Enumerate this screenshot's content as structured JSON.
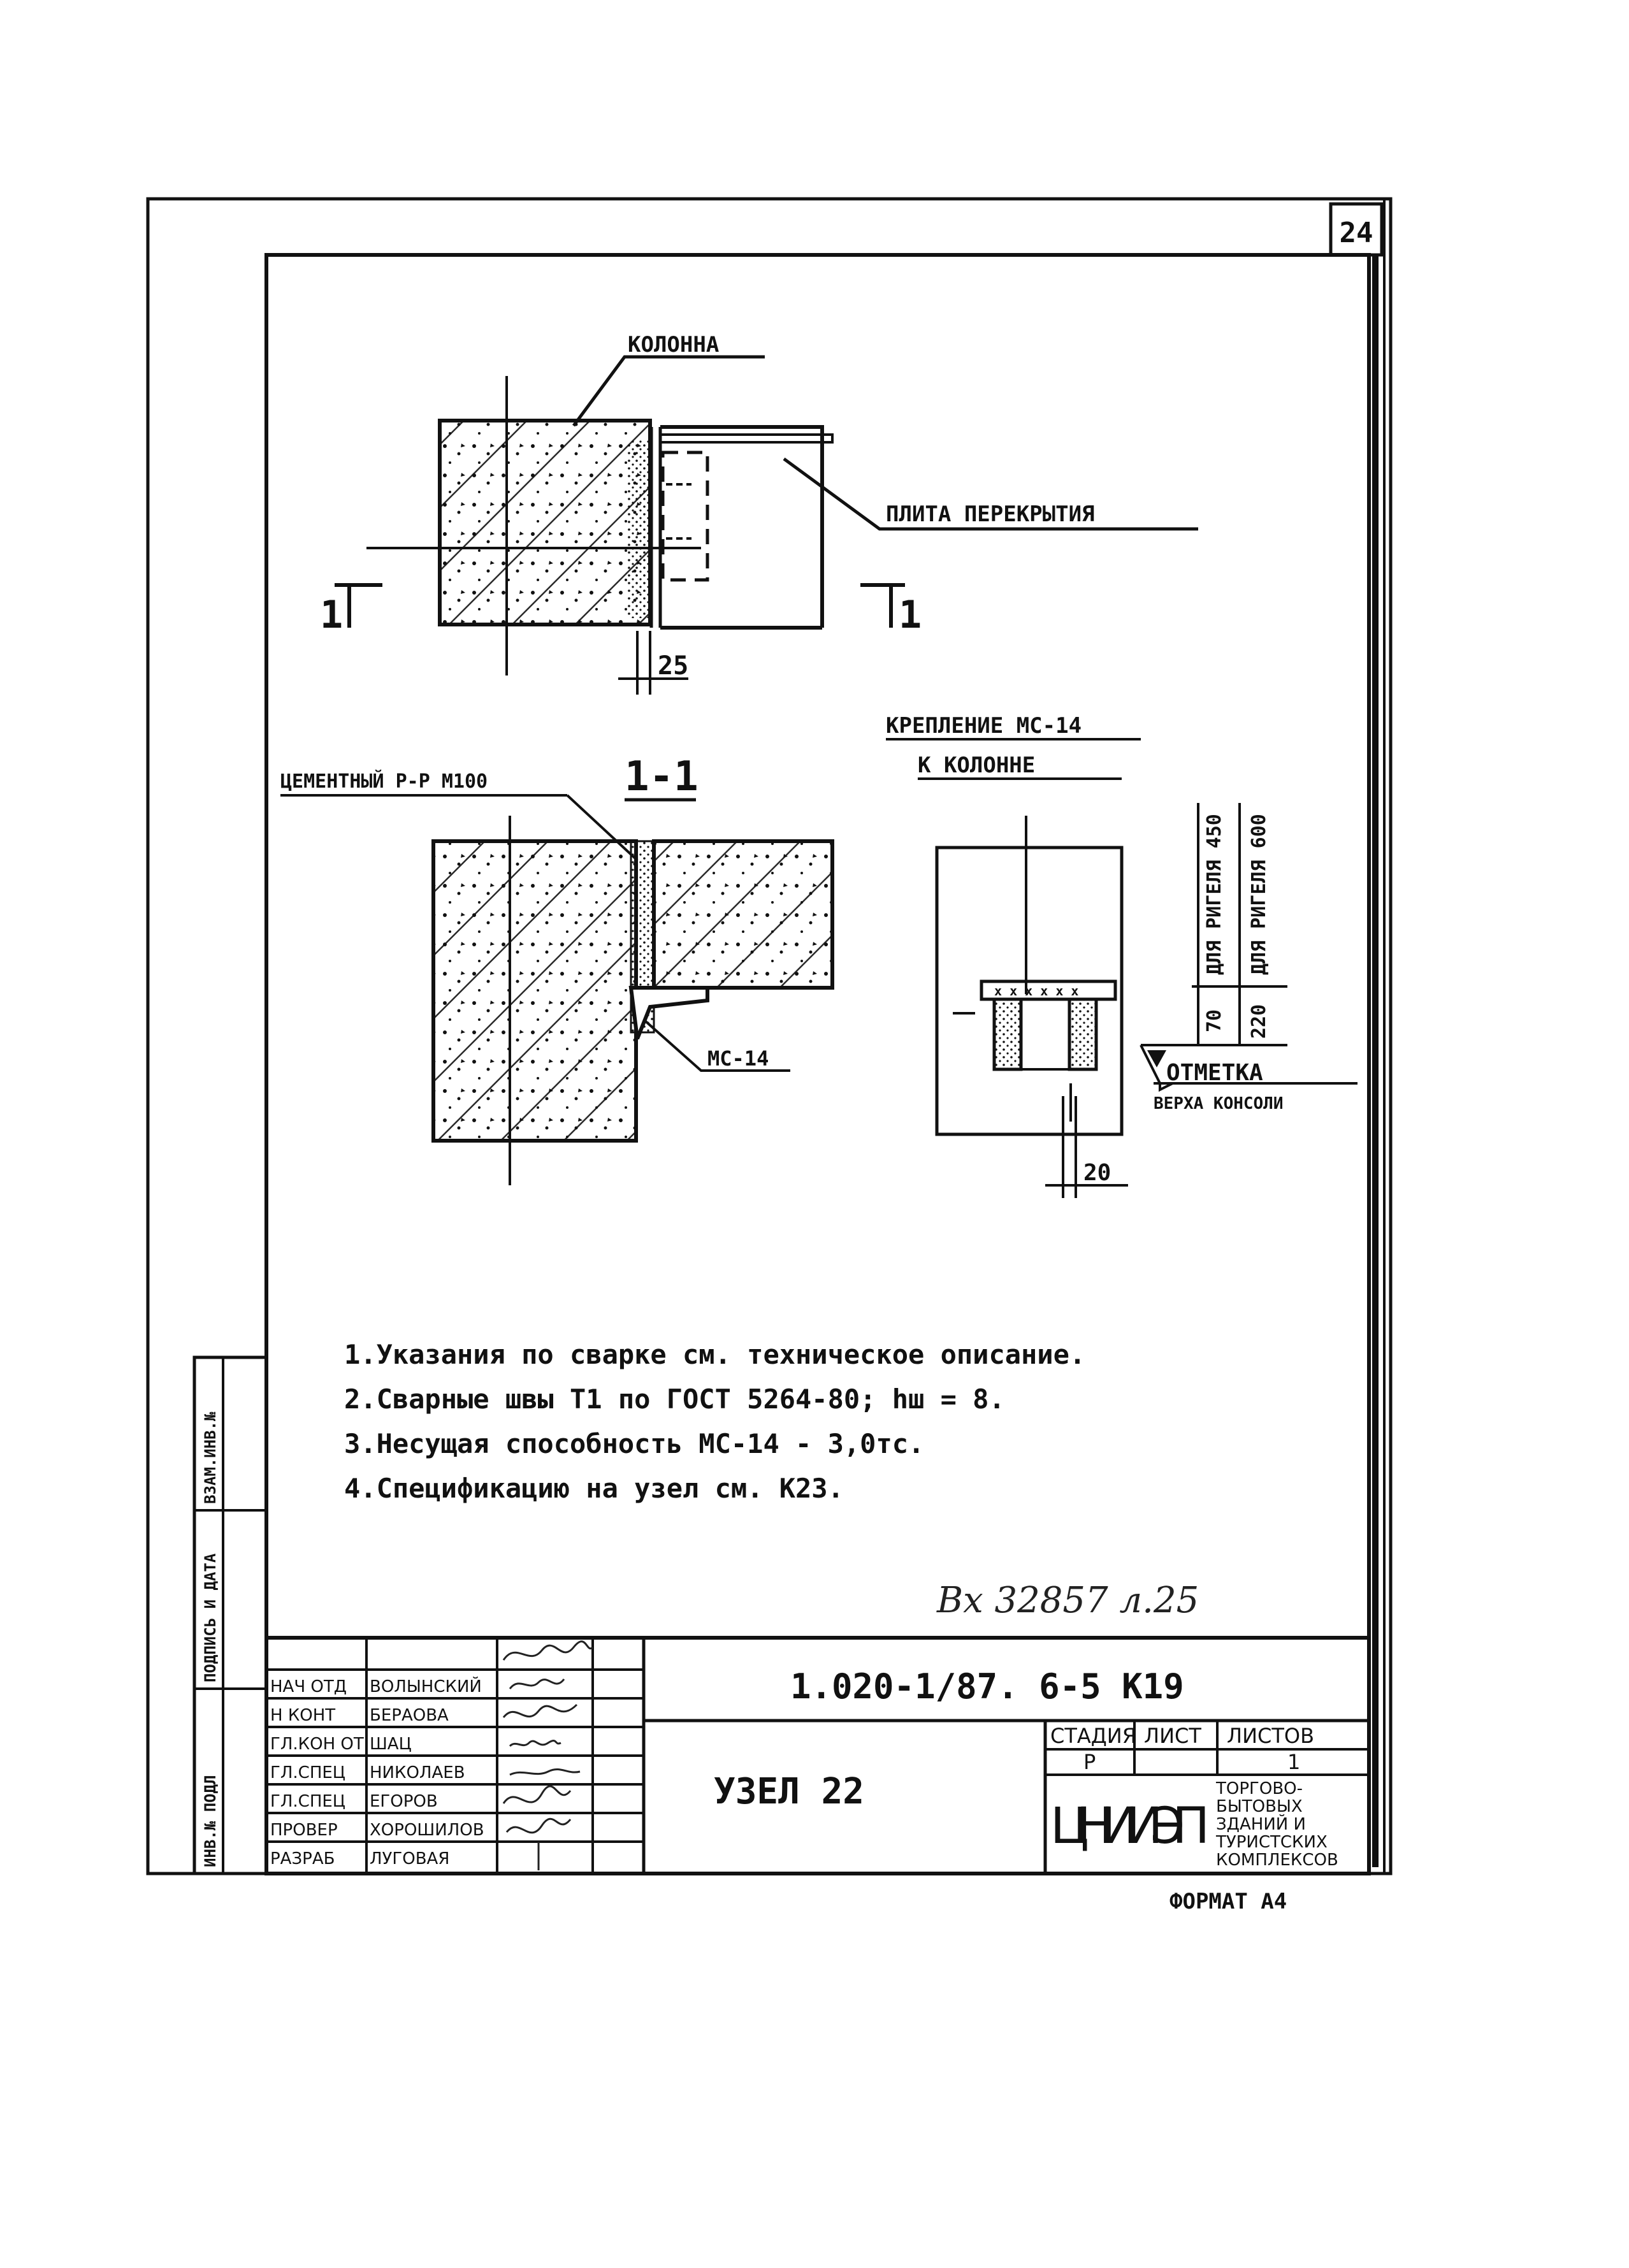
{
  "sheet": {
    "page_number": "24",
    "format": "ФОРМАТ А4",
    "inventory_note": "Вх 32857 л.25"
  },
  "drawing": {
    "plan": {
      "column_label": "КОЛОННА",
      "slab_label": "ПЛИТА ПЕРЕКРЫТИЯ",
      "section_mark_left": "1",
      "section_mark_right": "1",
      "gap_dim": "25"
    },
    "section": {
      "title": "1-1",
      "mortar_label": "ЦЕМЕНТНЫЙ Р-Р М100",
      "part_label": "МС-14"
    },
    "fixing": {
      "title_line1": "КРЕПЛЕНИЕ МС-14",
      "title_line2": "К КОЛОННЕ",
      "vert_label_1": "ДЛЯ РИГЕЛЯ 450",
      "vert_label_2": "ДЛЯ РИГЕЛЯ 600",
      "dim_1": "70",
      "dim_2": "220",
      "mark_line1": "ОТМЕТКА",
      "mark_line2": "ВЕРХА КОНСОЛИ",
      "dim_bottom": "20"
    }
  },
  "notes": [
    "1.Указания по сварке см. техническое описание.",
    "2.Сварные швы Т1 по ГОСТ 5264-80; hш = 8.",
    "3.Несущая способность МС-14 - 3,0тс.",
    "4.Спецификацию на узел см. К23."
  ],
  "side_stamp": [
    "ИНВ.№ ПОДЛ",
    "ПОДПИСЬ И ДАТА",
    "ВЗАМ.ИНВ.№"
  ],
  "title_block": {
    "designation": "1.020-1/87. 6-5   К19",
    "title": "УЗЕЛ 22",
    "stage_header": "СТАДИЯ",
    "sheet_header": "ЛИСТ",
    "sheets_header": "ЛИСТОВ",
    "stage": "Р",
    "sheet": "",
    "sheets": "1",
    "org": "ЦНИИЭП",
    "org_desc": [
      "ТОРГОВО-",
      "БЫТОВЫХ",
      "ЗДАНИЙ И",
      "ТУРИСТСКИХ",
      "КОМПЛЕКСОВ"
    ],
    "roles": [
      {
        "role": "НАЧ ОТД",
        "name": "ВОЛЫНСКИЙ"
      },
      {
        "role": "Н КОНТ",
        "name": "БЕРАОВА"
      },
      {
        "role": "ГЛ.КОН ОТ",
        "name": "ШАЦ"
      },
      {
        "role": "ГЛ.СПЕЦ",
        "name": "НИКОЛАЕВ"
      },
      {
        "role": "ГЛ.СПЕЦ",
        "name": "ЕГОРОВ"
      },
      {
        "role": "ПРОВЕР",
        "name": "ХОРОШИЛОВ"
      },
      {
        "role": "РАЗРАБ",
        "name": "ЛУГОВАЯ"
      }
    ]
  }
}
